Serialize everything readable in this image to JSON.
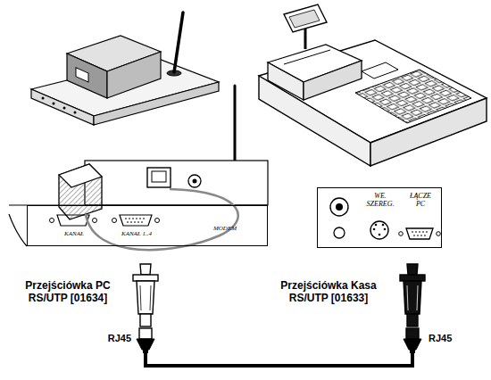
{
  "diagram": {
    "nodes": [
      {
        "text": [
          "KANAŁ",
          "KANAŁ 1..4",
          "MODEM"
        ]
      },
      {
        "text": [
          "WE. SZEREG.",
          "ŁĄCZE PC"
        ]
      },
      {
        "text": [
          "Przejściówka PC RS/UTP [01634]"
        ]
      },
      {
        "text": [
          "Przejściówka Kasa RS/UTP [01633]"
        ]
      },
      {
        "text": [
          "RJ45"
        ]
      },
      {
        "text": [
          "RJ45"
        ]
      }
    ],
    "edges": [
      {
        "from": 4,
        "to": 5,
        "arrow": "none"
      }
    ]
  }
}
